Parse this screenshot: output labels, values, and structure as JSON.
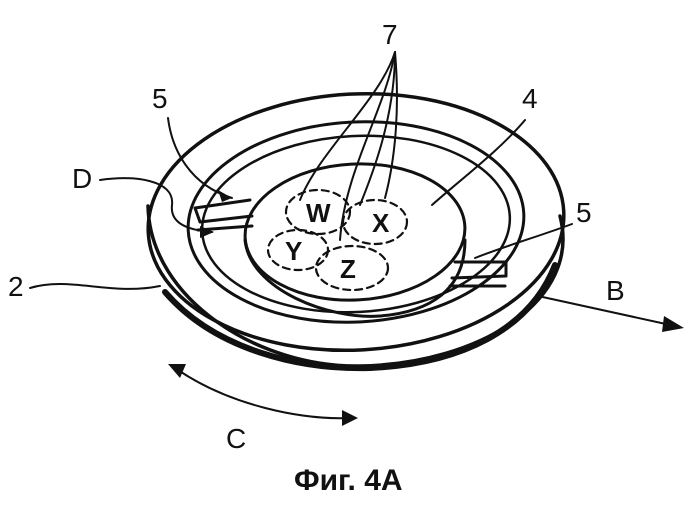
{
  "figure": {
    "caption": "Фиг. 4А",
    "labels": {
      "ref_7": "7",
      "ref_5_left": "5",
      "ref_5_right": "5",
      "ref_4": "4",
      "ref_2": "2",
      "label_D": "D",
      "label_B": "B",
      "label_C": "C"
    },
    "zones": {
      "w": "W",
      "x": "X",
      "y": "Y",
      "z": "Z"
    }
  }
}
